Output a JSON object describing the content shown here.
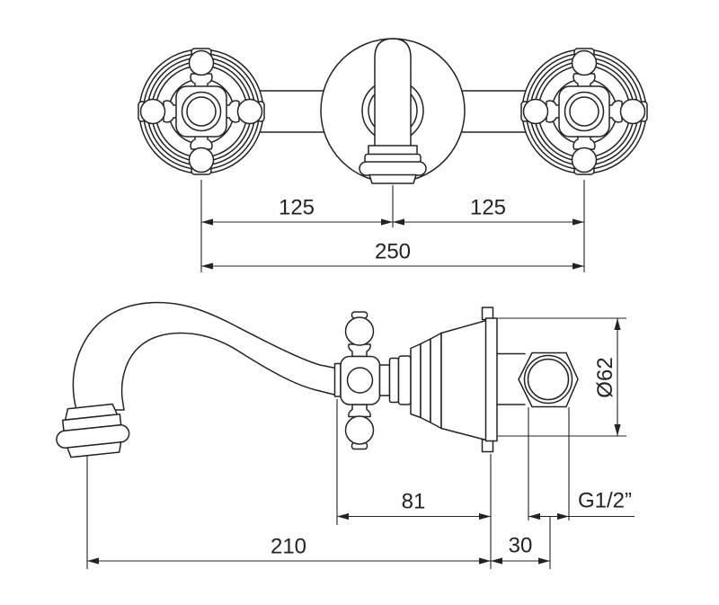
{
  "colors": {
    "line": "#232323",
    "background": "#ffffff"
  },
  "front_view": {
    "dim_center_to_left_handle": "125",
    "dim_center_to_right_handle": "125",
    "dim_handle_spacing_total": "250"
  },
  "side_view": {
    "dim_handle_axis_to_wall": "81",
    "dim_spout_projection": "210",
    "dim_wall_to_inlet": "30",
    "inlet_thread_label": "G1/2”",
    "escutcheon_diameter_label": "Ø62"
  }
}
